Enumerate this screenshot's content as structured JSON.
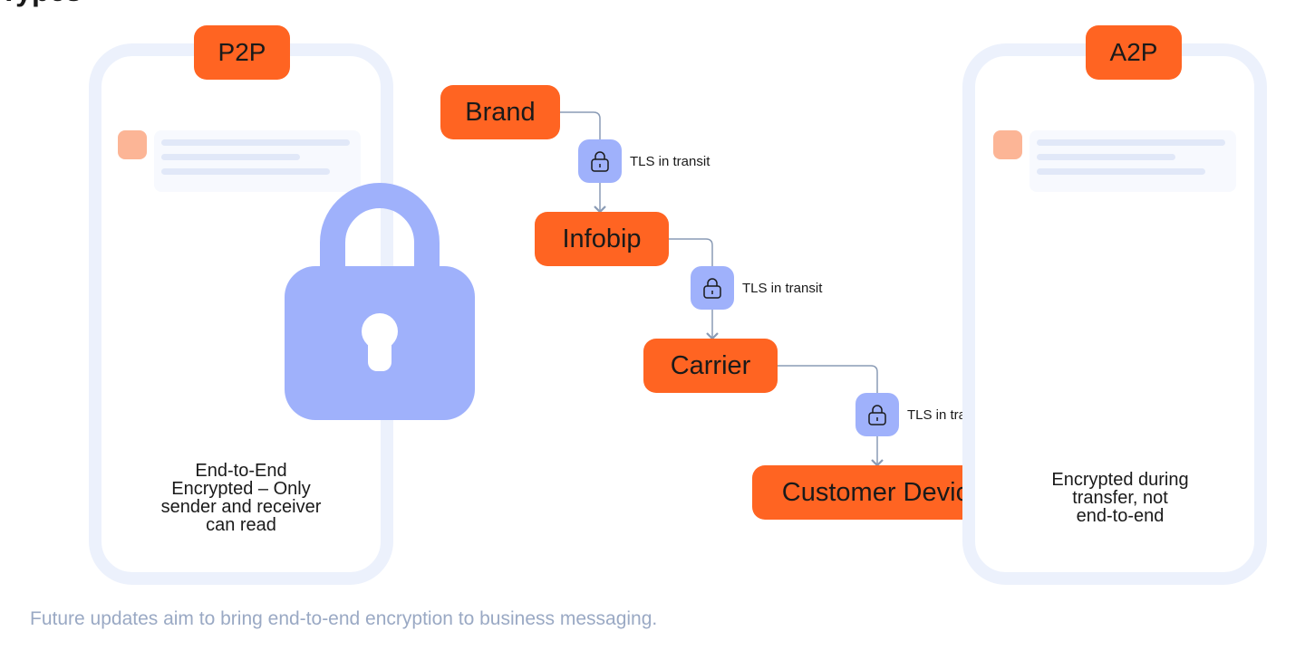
{
  "heading": "Types",
  "p2p": {
    "tag": "P2P",
    "caption_lines": [
      "End-to-End",
      "Encrypted – Only",
      "sender and receiver",
      "can read"
    ]
  },
  "a2p": {
    "tag": "A2P",
    "caption_lines": [
      "Encrypted during",
      "transfer, not",
      "end-to-end"
    ]
  },
  "flow": {
    "nodes": [
      "Brand",
      "Infobip",
      "Carrier",
      "Customer Device"
    ],
    "links": [
      "TLS in transit",
      "TLS in transit",
      "TLS in transit"
    ]
  },
  "footnote": "Future updates aim to bring end-to-end encryption to business messaging.",
  "colors": {
    "node": "#ff6422",
    "lock": "#9fb1fb",
    "phone_frame": "#ecf1fc",
    "connector": "#8a9bb5",
    "footnote": "#9aa9c4"
  }
}
